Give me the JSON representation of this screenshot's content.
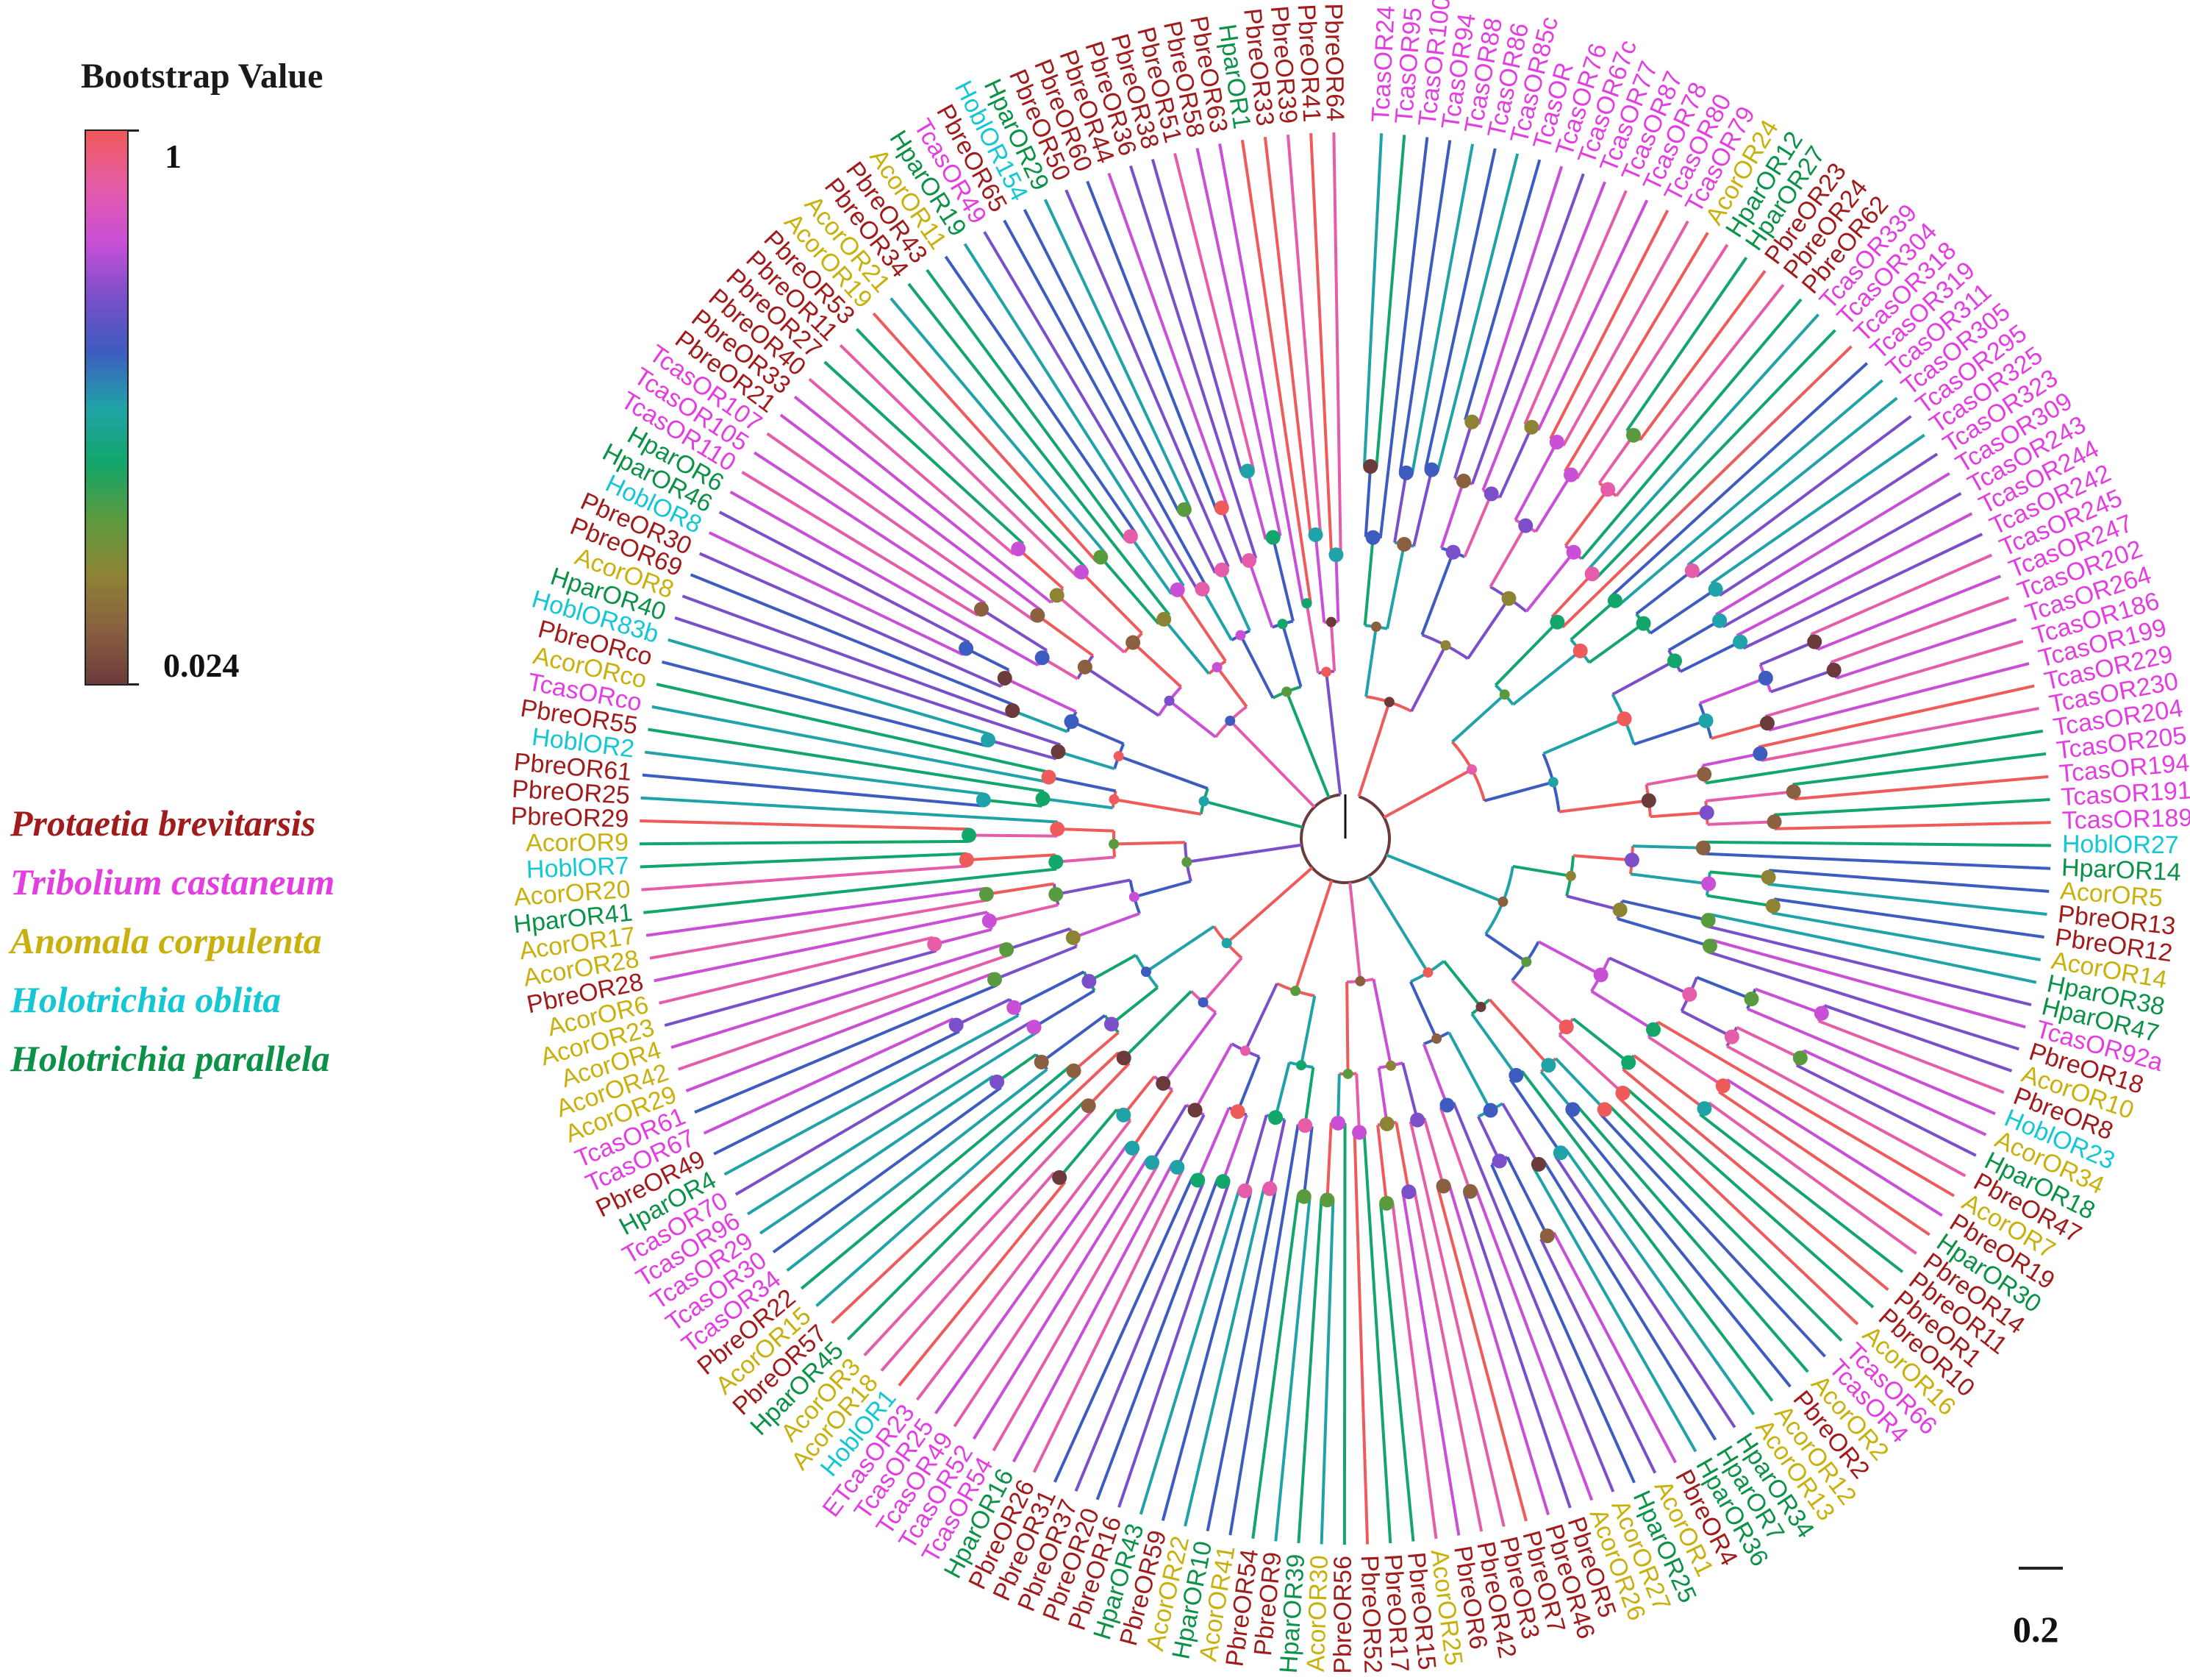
{
  "legend": {
    "title": "Bootstrap Value",
    "max_label": "1",
    "min_label": "0.024",
    "gradient": [
      "#ef5a5a",
      "#e55ca8",
      "#c94fd6",
      "#7a4fc9",
      "#3e5cc0",
      "#20a3a8",
      "#12a66b",
      "#5a9a3e",
      "#8c8434",
      "#8a6040",
      "#6b3b3b"
    ]
  },
  "species": [
    {
      "name": "Protaetia brevitarsis",
      "color": "#a01c1c"
    },
    {
      "name": "Tribolium castaneum",
      "color": "#e23ee0"
    },
    {
      "name": "Anomala corpulenta",
      "color": "#c8b10e"
    },
    {
      "name": "Holotrichia oblita",
      "color": "#15c7d3"
    },
    {
      "name": "Holotrichia parallela",
      "color": "#0c9148"
    }
  ],
  "scale": {
    "label": "0.2"
  },
  "leaves": [
    {
      "label": "TcasOR24",
      "sp": 1
    },
    {
      "label": "TcasOR95",
      "sp": 1
    },
    {
      "label": "TcasOR100",
      "sp": 1
    },
    {
      "label": "TcasOR94",
      "sp": 1
    },
    {
      "label": "TcasOR88",
      "sp": 1
    },
    {
      "label": "TcasOR86",
      "sp": 1
    },
    {
      "label": "TcasOR85c",
      "sp": 1
    },
    {
      "label": "TcasOR",
      "sp": 1
    },
    {
      "label": "TcasOR76",
      "sp": 1
    },
    {
      "label": "TcasOR67c",
      "sp": 1
    },
    {
      "label": "TcasOR77",
      "sp": 1
    },
    {
      "label": "TcasOR87",
      "sp": 1
    },
    {
      "label": "TcasOR78",
      "sp": 1
    },
    {
      "label": "TcasOR80",
      "sp": 1
    },
    {
      "label": "TcasOR79",
      "sp": 1
    },
    {
      "label": "AcorOR24",
      "sp": 2
    },
    {
      "label": "HparOR12",
      "sp": 4
    },
    {
      "label": "HparOR27",
      "sp": 4
    },
    {
      "label": "PbreOR23",
      "sp": 0
    },
    {
      "label": "PbreOR24",
      "sp": 0
    },
    {
      "label": "PbreOR62",
      "sp": 0
    },
    {
      "label": "TcasOR339",
      "sp": 1
    },
    {
      "label": "TcasOR304",
      "sp": 1
    },
    {
      "label": "TcasOR318",
      "sp": 1
    },
    {
      "label": "TcasOR319",
      "sp": 1
    },
    {
      "label": "TcasOR311",
      "sp": 1
    },
    {
      "label": "TcasOR305",
      "sp": 1
    },
    {
      "label": "TcasOR295",
      "sp": 1
    },
    {
      "label": "TcasOR325",
      "sp": 1
    },
    {
      "label": "TcasOR323",
      "sp": 1
    },
    {
      "label": "TcasOR309",
      "sp": 1
    },
    {
      "label": "TcasOR243",
      "sp": 1
    },
    {
      "label": "TcasOR244",
      "sp": 1
    },
    {
      "label": "TcasOR242",
      "sp": 1
    },
    {
      "label": "TcasOR245",
      "sp": 1
    },
    {
      "label": "TcasOR247",
      "sp": 1
    },
    {
      "label": "TcasOR202",
      "sp": 1
    },
    {
      "label": "TcasOR264",
      "sp": 1
    },
    {
      "label": "TcasOR186",
      "sp": 1
    },
    {
      "label": "TcasOR199",
      "sp": 1
    },
    {
      "label": "TcasOR229",
      "sp": 1
    },
    {
      "label": "TcasOR230",
      "sp": 1
    },
    {
      "label": "TcasOR204",
      "sp": 1
    },
    {
      "label": "TcasOR205",
      "sp": 1
    },
    {
      "label": "TcasOR194",
      "sp": 1
    },
    {
      "label": "TcasOR191",
      "sp": 1
    },
    {
      "label": "TcasOR189",
      "sp": 1
    },
    {
      "label": "HoblOR27",
      "sp": 3
    },
    {
      "label": "HparOR14",
      "sp": 4
    },
    {
      "label": "AcorOR5",
      "sp": 2
    },
    {
      "label": "PbreOR13",
      "sp": 0
    },
    {
      "label": "PbreOR12",
      "sp": 0
    },
    {
      "label": "AcorOR14",
      "sp": 2
    },
    {
      "label": "HparOR38",
      "sp": 4
    },
    {
      "label": "HparOR47",
      "sp": 4
    },
    {
      "label": "TcasOR92a",
      "sp": 1
    },
    {
      "label": "PbreOR18",
      "sp": 0
    },
    {
      "label": "AcorOR10",
      "sp": 2
    },
    {
      "label": "PbreOR8",
      "sp": 0
    },
    {
      "label": "HoblOR23",
      "sp": 3
    },
    {
      "label": "AcorOR34",
      "sp": 2
    },
    {
      "label": "HparOR18",
      "sp": 4
    },
    {
      "label": "PbreOR47",
      "sp": 0
    },
    {
      "label": "AcorOR7",
      "sp": 2
    },
    {
      "label": "PbreOR19",
      "sp": 0
    },
    {
      "label": "HparOR30",
      "sp": 4
    },
    {
      "label": "PbreOR14",
      "sp": 0
    },
    {
      "label": "PbreOR11",
      "sp": 0
    },
    {
      "label": "PbreOR1",
      "sp": 0
    },
    {
      "label": "PbreOR10",
      "sp": 0
    },
    {
      "label": "AcorOR16",
      "sp": 2
    },
    {
      "label": "TcasOR66",
      "sp": 1
    },
    {
      "label": "TcasOR4",
      "sp": 1
    },
    {
      "label": "AcorOR2",
      "sp": 2
    },
    {
      "label": "PbreOR2",
      "sp": 0
    },
    {
      "label": "AcorOR12",
      "sp": 2
    },
    {
      "label": "AcorOR13",
      "sp": 2
    },
    {
      "label": "HparOR34",
      "sp": 4
    },
    {
      "label": "HparOR7",
      "sp": 4
    },
    {
      "label": "HparOR36",
      "sp": 4
    },
    {
      "label": "PbreOR4",
      "sp": 0
    },
    {
      "label": "AcorOR1",
      "sp": 2
    },
    {
      "label": "HparOR25",
      "sp": 4
    },
    {
      "label": "AcorOR27",
      "sp": 2
    },
    {
      "label": "AcorOR26",
      "sp": 2
    },
    {
      "label": "PbreOR5",
      "sp": 0
    },
    {
      "label": "PbreOR46",
      "sp": 0
    },
    {
      "label": "PbreOR7",
      "sp": 0
    },
    {
      "label": "PbreOR3",
      "sp": 0
    },
    {
      "label": "PbreOR42",
      "sp": 0
    },
    {
      "label": "PbreOR6",
      "sp": 0
    },
    {
      "label": "AcorOR25",
      "sp": 2
    },
    {
      "label": "PbreOR15",
      "sp": 0
    },
    {
      "label": "PbreOR17",
      "sp": 0
    },
    {
      "label": "PbreOR52",
      "sp": 0
    },
    {
      "label": "PbreOR56",
      "sp": 0
    },
    {
      "label": "AcorOR30",
      "sp": 2
    },
    {
      "label": "HparOR39",
      "sp": 4
    },
    {
      "label": "PbreOR9",
      "sp": 0
    },
    {
      "label": "PbreOR54",
      "sp": 0
    },
    {
      "label": "AcorOR41",
      "sp": 2
    },
    {
      "label": "HparOR10",
      "sp": 4
    },
    {
      "label": "AcorOR22",
      "sp": 2
    },
    {
      "label": "PbreOR59",
      "sp": 0
    },
    {
      "label": "HparOR43",
      "sp": 4
    },
    {
      "label": "PbreOR16",
      "sp": 0
    },
    {
      "label": "PbreOR20",
      "sp": 0
    },
    {
      "label": "PbreOR37",
      "sp": 0
    },
    {
      "label": "PbreOR31",
      "sp": 0
    },
    {
      "label": "PbreOR26",
      "sp": 0
    },
    {
      "label": "HparOR16",
      "sp": 4
    },
    {
      "label": "TcasOR54",
      "sp": 1
    },
    {
      "label": "TcasOR52",
      "sp": 1
    },
    {
      "label": "TcasOR49",
      "sp": 1
    },
    {
      "label": "TcasOR25",
      "sp": 1
    },
    {
      "label": "ETcasOR23",
      "sp": 1
    },
    {
      "label": "HoblOR1",
      "sp": 3
    },
    {
      "label": "AcorOR18",
      "sp": 2
    },
    {
      "label": "AcorOR3",
      "sp": 2
    },
    {
      "label": "HparOR45",
      "sp": 4
    },
    {
      "label": "PbreOR57",
      "sp": 0
    },
    {
      "label": "AcorOR15",
      "sp": 2
    },
    {
      "label": "PbreOR22",
      "sp": 0
    },
    {
      "label": "TcasOR34",
      "sp": 1
    },
    {
      "label": "TcasOR30",
      "sp": 1
    },
    {
      "label": "TcasOR29",
      "sp": 1
    },
    {
      "label": "TcasOR96",
      "sp": 1
    },
    {
      "label": "TcasOR70",
      "sp": 1
    },
    {
      "label": "HparOR4",
      "sp": 4
    },
    {
      "label": "PbreOR49",
      "sp": 0
    },
    {
      "label": "TcasOR67",
      "sp": 1
    },
    {
      "label": "TcasOR61",
      "sp": 1
    },
    {
      "label": "AcorOR29",
      "sp": 2
    },
    {
      "label": "AcorOR42",
      "sp": 2
    },
    {
      "label": "AcorOR4",
      "sp": 2
    },
    {
      "label": "AcorOR23",
      "sp": 2
    },
    {
      "label": "AcorOR6",
      "sp": 2
    },
    {
      "label": "PbreOR28",
      "sp": 0
    },
    {
      "label": "AcorOR28",
      "sp": 2
    },
    {
      "label": "AcorOR17",
      "sp": 2
    },
    {
      "label": "HparOR41",
      "sp": 4
    },
    {
      "label": "AcorOR20",
      "sp": 2
    },
    {
      "label": "HoblOR7",
      "sp": 3
    },
    {
      "label": "AcorOR9",
      "sp": 2
    },
    {
      "label": "PbreOR29",
      "sp": 0
    },
    {
      "label": "PbreOR25",
      "sp": 0
    },
    {
      "label": "PbreOR61",
      "sp": 0
    },
    {
      "label": "HoblOR2",
      "sp": 3
    },
    {
      "label": "PbreOR55",
      "sp": 0
    },
    {
      "label": "TcasORco",
      "sp": 1
    },
    {
      "label": "AcorORco",
      "sp": 2
    },
    {
      "label": "PbreORco",
      "sp": 0
    },
    {
      "label": "HoblOR83b",
      "sp": 3
    },
    {
      "label": "HparOR40",
      "sp": 4
    },
    {
      "label": "AcorOR8",
      "sp": 2
    },
    {
      "label": "PbreOR69",
      "sp": 0
    },
    {
      "label": "PbreOR30",
      "sp": 0
    },
    {
      "label": "HoblOR8",
      "sp": 3
    },
    {
      "label": "HparOR46",
      "sp": 4
    },
    {
      "label": "HparOR6",
      "sp": 4
    },
    {
      "label": "TcasOR110",
      "sp": 1
    },
    {
      "label": "TcasOR105",
      "sp": 1
    },
    {
      "label": "TcasOR107",
      "sp": 1
    },
    {
      "label": "PbreOR21",
      "sp": 0
    },
    {
      "label": "PbreOR33",
      "sp": 0
    },
    {
      "label": "PbreOR40",
      "sp": 0
    },
    {
      "label": "PbreOR27",
      "sp": 0
    },
    {
      "label": "PbreOR11",
      "sp": 0
    },
    {
      "label": "PbreOR53",
      "sp": 0
    },
    {
      "label": "AcorOR19",
      "sp": 2
    },
    {
      "label": "AcorOR21",
      "sp": 2
    },
    {
      "label": "PbreOR34",
      "sp": 0
    },
    {
      "label": "PbreOR43",
      "sp": 0
    },
    {
      "label": "AcorOR11",
      "sp": 2
    },
    {
      "label": "HparOR19",
      "sp": 4
    },
    {
      "label": "TcasOR49",
      "sp": 1
    },
    {
      "label": "PbreOR65",
      "sp": 0
    },
    {
      "label": "HoblOR154",
      "sp": 3
    },
    {
      "label": "HparOR29",
      "sp": 4
    },
    {
      "label": "PbreOR50",
      "sp": 0
    },
    {
      "label": "PbreOR60",
      "sp": 0
    },
    {
      "label": "PbreOR44",
      "sp": 0
    },
    {
      "label": "PbreOR36",
      "sp": 0
    },
    {
      "label": "PbreOR38",
      "sp": 0
    },
    {
      "label": "PbreOR51",
      "sp": 0
    },
    {
      "label": "PbreOR58",
      "sp": 0
    },
    {
      "label": "PbreOR63",
      "sp": 0
    },
    {
      "label": "HparOR1",
      "sp": 4
    },
    {
      "label": "PbreOR33",
      "sp": 0
    },
    {
      "label": "PbreOR39",
      "sp": 0
    },
    {
      "label": "PbreOR41",
      "sp": 0
    },
    {
      "label": "PbreOR64",
      "sp": 0
    }
  ]
}
